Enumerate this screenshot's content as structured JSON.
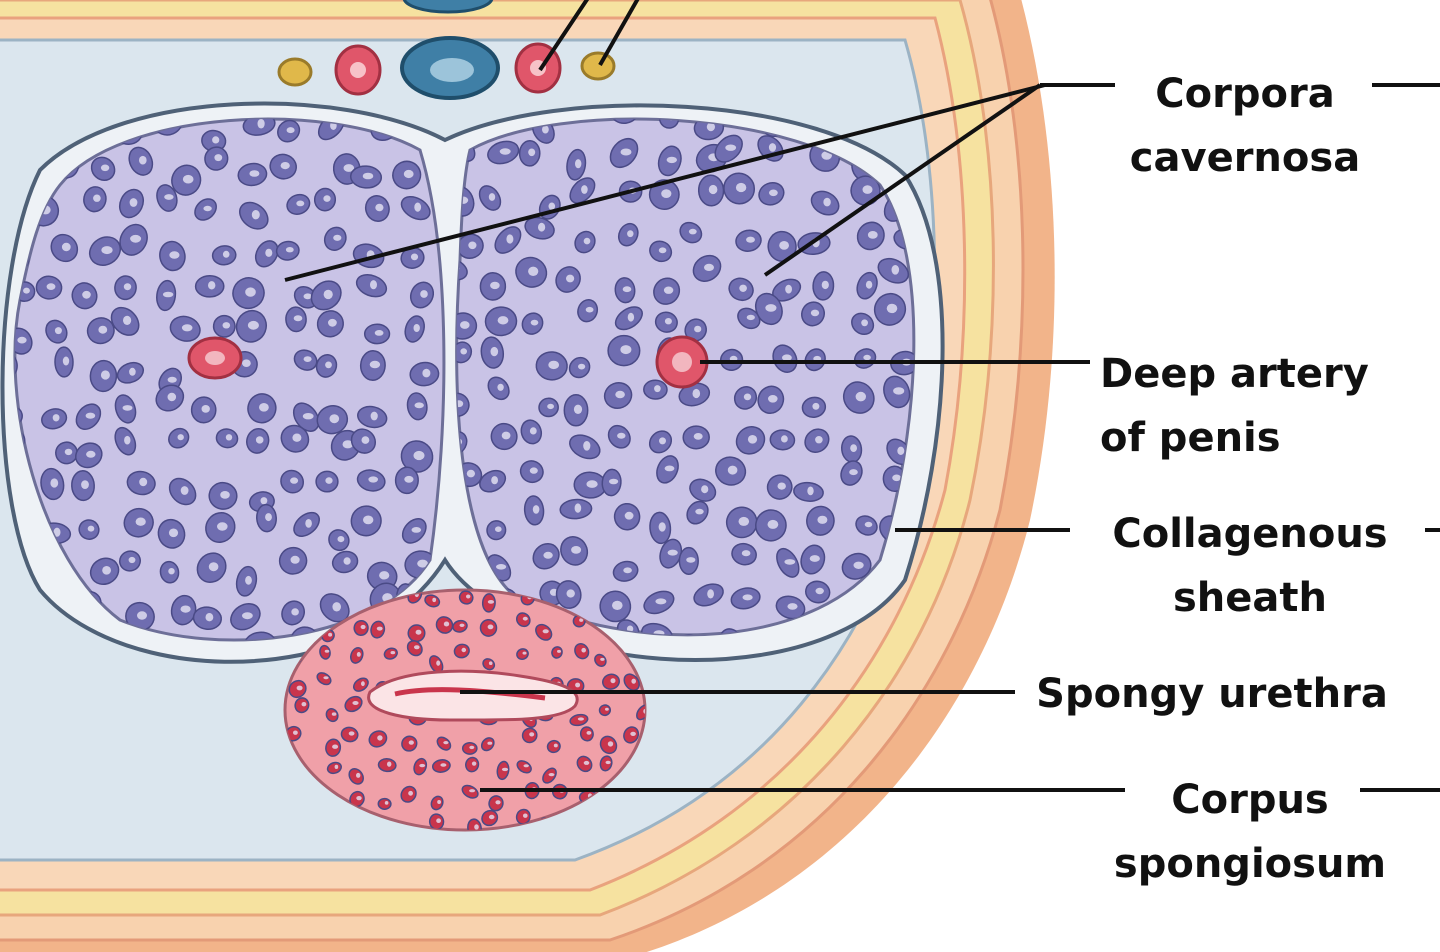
{
  "labels": {
    "corpora_cavernosa": {
      "line1": "Corpora",
      "line2": "cavernosa"
    },
    "deep_artery": {
      "line1": "Deep artery",
      "line2": "of penis"
    },
    "collagenous_sheath": {
      "line1": "Collagenous",
      "line2": "sheath"
    },
    "spongy_urethra": {
      "line1": "Spongy urethra"
    },
    "corpus_spongiosum": {
      "line1": "Corpus",
      "line2": "spongiosum"
    }
  },
  "colors": {
    "skin_outer": "#f2b48a",
    "skin_band": "#f6c99c",
    "yellow_band": "#f6e2a0",
    "fascia": "#dbe6ee",
    "cavernosa_fill": "#c9c3e6",
    "cavernosa_spaces": "#6f6db0",
    "artery": "#e0566a",
    "spongiosum_fill": "#f0a0a8",
    "spongiosum_spaces": "#c9354c",
    "vein": "#3f7fa6",
    "nerve": "#e0b84a",
    "leader": "#111111"
  }
}
